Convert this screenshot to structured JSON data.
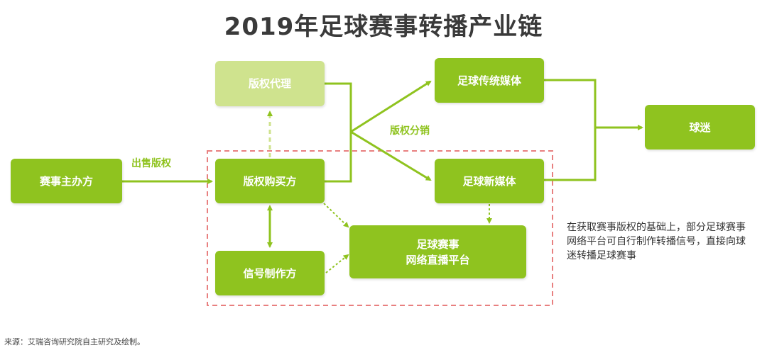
{
  "title": "2019年足球赛事转播产业链",
  "nodes": {
    "organizer": "赛事主办方",
    "buyer": "版权购买方",
    "agent": "版权代理",
    "producer": "信号制作方",
    "platform_line1": "足球赛事",
    "platform_line2": "网络直播平台",
    "traditional_media": "足球传统媒体",
    "new_media": "足球新媒体",
    "fans": "球迷"
  },
  "edge_labels": {
    "sell_rights": "出售版权",
    "distribute": "版权分销"
  },
  "note": "在获取赛事版权的基础上，部分足球赛事网络平台可自行制作转播信号，直接向球迷转播足球赛事",
  "source": "来源：艾瑞咨询研究院自主研究及绘制。",
  "colors": {
    "primary_green": "#8fc31f",
    "light_green": "#cfe38e",
    "dashed_frame": "#e88080"
  }
}
